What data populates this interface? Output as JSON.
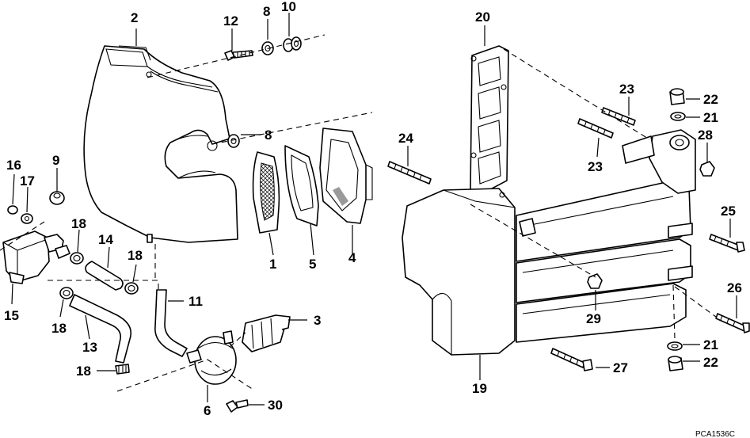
{
  "diagram": {
    "code": "PCA1536C",
    "labels": {
      "l1": "1",
      "l2": "2",
      "l3": "3",
      "l4": "4",
      "l5": "5",
      "l6": "6",
      "l8a": "8",
      "l8b": "8",
      "l9": "9",
      "l10": "10",
      "l11": "11",
      "l12": "12",
      "l13": "13",
      "l14": "14",
      "l15": "15",
      "l16": "16",
      "l17": "17",
      "l18a": "18",
      "l18b": "18",
      "l18c": "18",
      "l18d": "18",
      "l19": "19",
      "l20": "20",
      "l21a": "21",
      "l21b": "21",
      "l22a": "22",
      "l22b": "22",
      "l23a": "23",
      "l23b": "23",
      "l24": "24",
      "l25": "25",
      "l26": "26",
      "l27": "27",
      "l28": "28",
      "l29": "29",
      "l30": "30"
    }
  }
}
